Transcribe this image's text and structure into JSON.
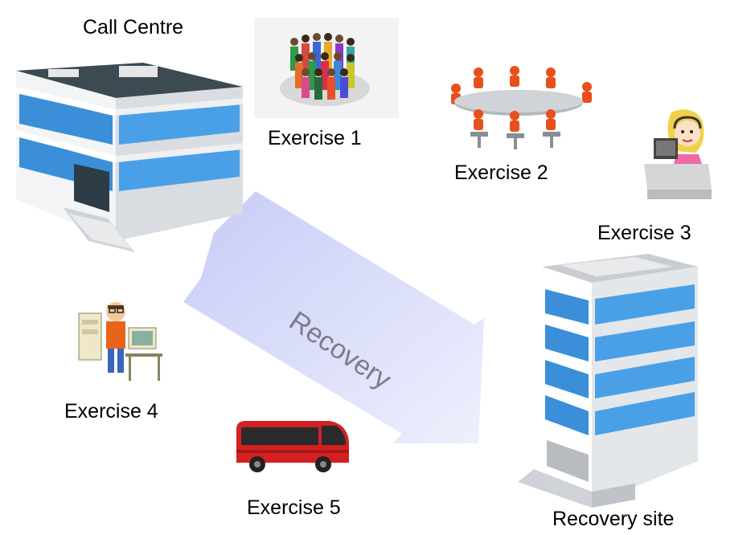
{
  "labels": {
    "call_centre": "Call Centre",
    "exercise_1": "Exercise 1",
    "exercise_2": "Exercise 2",
    "exercise_3": "Exercise 3",
    "exercise_4": "Exercise 4",
    "exercise_5": "Exercise 5",
    "recovery": "Recovery",
    "recovery_site": "Recovery site"
  },
  "colors": {
    "arrow": "#c9ccf7",
    "arrow_text": "#7b7b8a",
    "building_window": "#3a8fd8",
    "people": "#e8501a",
    "bus": "#d42020"
  },
  "icons": {
    "call_centre": "office-building-icon",
    "exercise_1": "crowd-icon",
    "exercise_2": "meeting-table-icon",
    "exercise_3": "call-agent-icon",
    "exercise_4": "computer-worker-icon",
    "exercise_5": "bus-icon",
    "recovery_site": "tower-building-icon"
  }
}
